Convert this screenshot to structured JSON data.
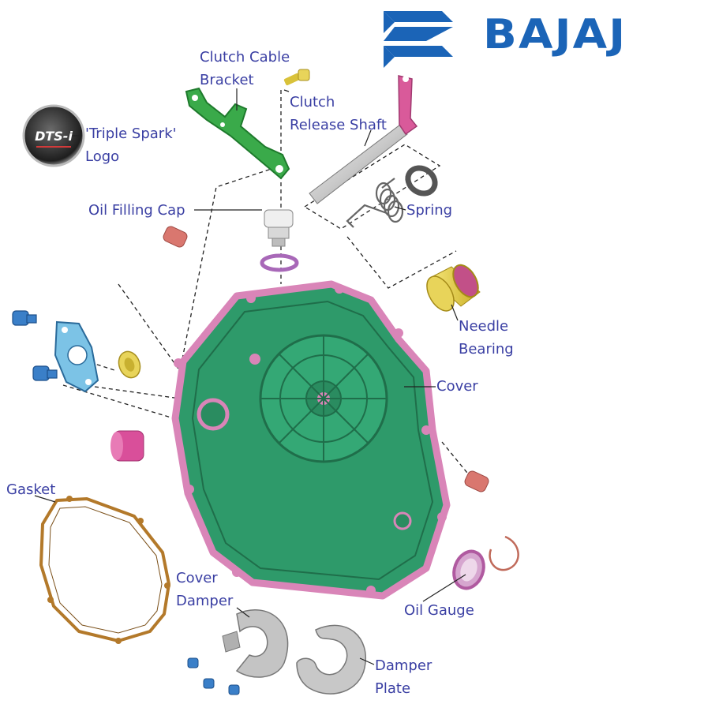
{
  "brand": {
    "name": "BAJAJ",
    "color": "#1b64b7"
  },
  "logo_badge": {
    "text": "DTS-i"
  },
  "labels": {
    "clutch_cable_bracket": [
      "Clutch Cable",
      "Bracket"
    ],
    "clutch_release_shaft": [
      "Clutch",
      "Release Shaft"
    ],
    "triple_spark_logo": [
      "'Triple Spark'",
      "Logo"
    ],
    "oil_filling_cap": "Oil Filling Cap",
    "spring": "Spring",
    "needle_bearing": [
      "Needle",
      "Bearing"
    ],
    "cover": "Cover",
    "gasket": "Gasket",
    "cover_damper": [
      "Cover",
      "Damper"
    ],
    "oil_gauge": "Oil Gauge",
    "damper_plate": [
      "Damper",
      "Plate"
    ]
  },
  "colors": {
    "label_text": "#3a3fa3",
    "cover_body": "#2e9a6a",
    "cover_rim": "#d985b8",
    "bracket": "#3aaa4a",
    "bolt_blue": "#3a7fc8",
    "gasket": "#b3792a",
    "bearing": "#e6d04a",
    "damper_grey": "#b8b8b8"
  }
}
